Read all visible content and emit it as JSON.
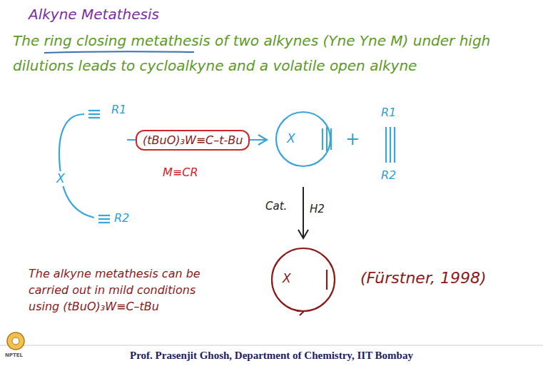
{
  "diagram": {
    "title": "Alkyne Metathesis",
    "nodes": [
      {
        "text": [
          "(tBuO)₃W≡C–t-Bu"
        ]
      }
    ],
    "labels": [
      "The ring closing metathesis of two alkynes (Yne Yne M) under high dilutions leads to cycloalkyne and a volatile open alkyne",
      "R1",
      "X",
      "R2",
      "M≡CR",
      "X",
      "+",
      "R1",
      "R2",
      "Cat.",
      "H2",
      "X",
      "The alkyne metathesis can be carried out in mild conditions using (tBuO)₃W≡C–tBu",
      "(Fürstner, 1998)",
      "Prof. Prasenjit Ghosh, Department of Chemistry, IIT Bombay",
      "NPTEL"
    ]
  }
}
